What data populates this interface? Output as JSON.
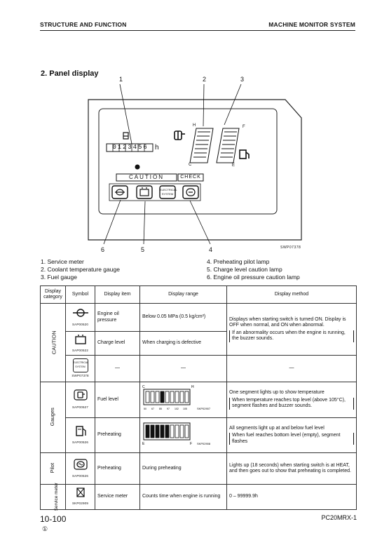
{
  "header": {
    "left": "STRUCTURE AND FUNCTION",
    "right": "MACHINE MONITOR SYSTEM"
  },
  "section_title": "2. Panel display",
  "figure": {
    "callouts_top": [
      "1",
      "2",
      "3"
    ],
    "callouts_bottom": [
      "6",
      "5",
      "4"
    ],
    "meter_digits": "0123456",
    "meter_unit": "h",
    "gauge_h": "H",
    "gauge_c": "C",
    "gauge_f": "F",
    "gauge_e": "E",
    "caution_label": "CAUTION",
    "check_label": "CHECK",
    "electrical_label_1": "ELECTRICAL",
    "electrical_label_2": "SYSTEM",
    "figure_code": "SWP07378"
  },
  "legend": {
    "left": [
      "1.  Service meter",
      "2.  Coolant temperature gauge",
      "3.  Fuel gauge"
    ],
    "right": [
      "4.  Preheating pilot lamp",
      "5.  Charge level caution lamp",
      "6.  Engine oil pressure caution lamp"
    ]
  },
  "table": {
    "headers": {
      "category": "Display category",
      "symbol": "Symbol",
      "item": "Display item",
      "range": "Display range",
      "method": "Display method"
    },
    "caution": {
      "category": "CAUTION",
      "oil": {
        "code": "SAP00520",
        "item": "Engine oil pressure",
        "range": "Below 0.05 MPa (0.5 kg/cm²)",
        "method": "Displays when starting switch is turned ON. Display is OFF when normal, and ON when abnormal.",
        "method_note": "If an abnormality occurs when the engine is running, the buzzer sounds."
      },
      "charge": {
        "code": "SAP00522",
        "item": "Charge level",
        "range": "When charging is defective"
      },
      "elec": {
        "code": "SWP07378",
        "item": "—",
        "range": "—",
        "method": "—",
        "label1": "ELECTRICAL",
        "label2": "SYSTEM"
      }
    },
    "gauges": {
      "category": "Gauges",
      "row1": {
        "code": "SAP00527",
        "item": "Fuel level",
        "range_code": "SKP02907",
        "method": "One segment lights up to show temperature",
        "method_note": "When temperature reaches top level (above 105°C), segment flashes and buzzer sounds.",
        "c_label": "C",
        "h_label": "H",
        "tick_labels": [
          "50",
          "67",
          "85",
          "97",
          "102",
          "105"
        ]
      },
      "row2": {
        "code": "SAP00526",
        "item": "Preheating",
        "range_code": "SKP02908",
        "method": "All segments light up at and below fuel level",
        "method_note": "When fuel reaches bottom level (empty), segment flashes",
        "e_label": "E",
        "f_label": "F"
      }
    },
    "pilot": {
      "category": "Pilot",
      "code": "SAP00526",
      "item": "Preheating",
      "range": "During preheating",
      "method": "Lights up (18 seconds) when starting switch is at HEAT, and then goes out to show that preheating is completed."
    },
    "service": {
      "category": "Service meter",
      "code": "SKP02909",
      "item": "Service meter",
      "range": "Counts time when engine is running",
      "method": "0 – 99999.9h"
    }
  },
  "footer": {
    "page": "10-100",
    "circle": "①",
    "model": "PC20MRX-1"
  }
}
